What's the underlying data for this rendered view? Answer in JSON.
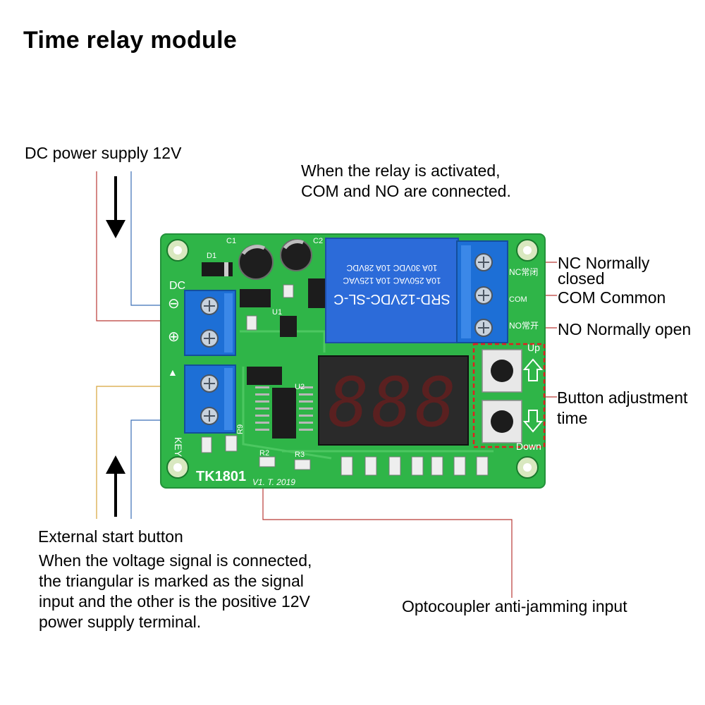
{
  "title": "Time relay module",
  "labels": {
    "dc_power": "DC power supply 12V",
    "relay_note_line1": "When the relay is activated,",
    "relay_note_line2": "COM and NO are connected.",
    "nc_line1": "NC Normally",
    "nc_line2": "closed",
    "com": "COM Common",
    "no": "NO Normally open",
    "button_adj_line1": "Button adjustment",
    "button_adj_line2": "time",
    "ext_start": "External start button",
    "voltage_note_line1": "When the voltage signal is connected,",
    "voltage_note_line2": "the triangular is marked as the signal",
    "voltage_note_line3": "input and the other is the positive 12V",
    "voltage_note_line4": "power supply terminal.",
    "optocoupler": "Optocoupler anti-jamming input"
  },
  "board": {
    "model": "TK1801",
    "version": "V1. T. 2019",
    "relay_label_1": "SRD-12VDC-SL-C",
    "relay_label_2": "10A 250VAC  10A 125VAC",
    "relay_label_3": "10A 30VDC  10A 28VDC",
    "display_digits": "888",
    "silk_dc": "DC",
    "silk_key": "KEY",
    "silk_up": "Up",
    "silk_down": "Down",
    "silk_nc": "NC常闭",
    "silk_com": "COM",
    "silk_no": "NO常开",
    "silk_c1": "C1",
    "silk_c2": "C2",
    "silk_d1": "D1",
    "silk_u1": "U1",
    "silk_u2": "U2",
    "silk_r2": "R2",
    "silk_r3": "R3",
    "silk_r9": "R9"
  },
  "colors": {
    "pcb": "#2fb548",
    "terminal": "#1d6fd6",
    "relay": "#2c6bd9",
    "line_red": "#b93a36",
    "line_blue": "#3b6fb6",
    "line_yellow": "#d6a43a",
    "highlight": "#e02020"
  }
}
